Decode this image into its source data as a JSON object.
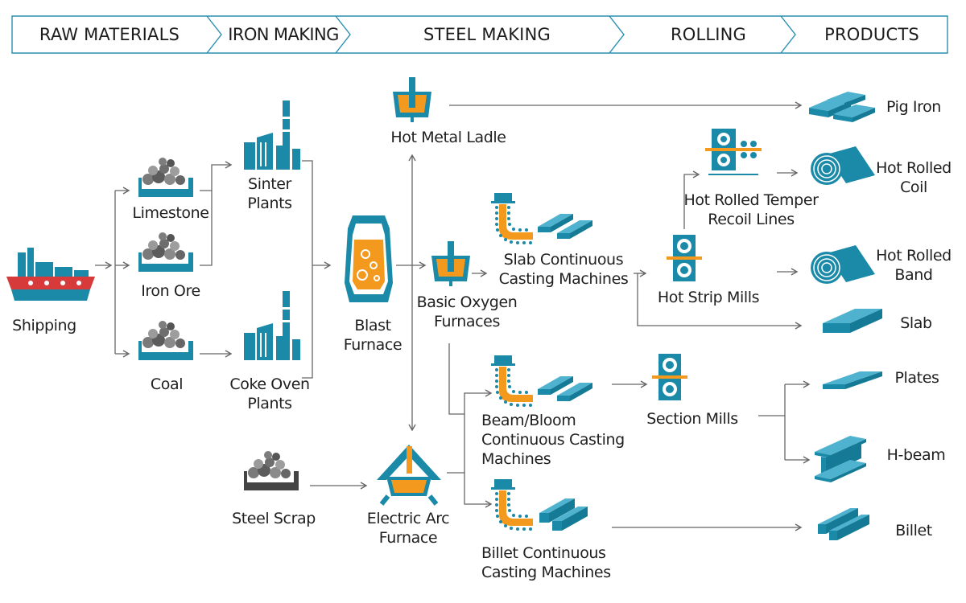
{
  "header": {
    "stages": [
      "RAW MATERIALS",
      "IRON MAKING",
      "STEEL MAKING",
      "ROLLING",
      "PRODUCTS"
    ]
  },
  "nodes": {
    "shipping": "Shipping",
    "limestone": "Limestone",
    "iron_ore": "Iron Ore",
    "coal": "Coal",
    "sinter_plants": [
      "Sinter",
      "Plants"
    ],
    "coke_oven_plants": [
      "Coke Oven",
      "Plants"
    ],
    "blast_furnace": [
      "Blast",
      "Furnace"
    ],
    "hot_metal_ladle": "Hot Metal Ladle",
    "basic_oxygen_furnaces": [
      "Basic Oxygen",
      "Furnaces"
    ],
    "steel_scrap": "Steel Scrap",
    "electric_arc_furnace": [
      "Electric Arc",
      "Furnace"
    ],
    "slab_ccm": [
      "Slab Continuous",
      "Casting Machines"
    ],
    "beam_bloom_ccm": [
      "Beam/Bloom",
      "Continuous Casting",
      "Machines"
    ],
    "billet_ccm": [
      "Billet Continuous",
      "Casting Machines"
    ],
    "hot_rolled_temper": [
      "Hot Rolled Temper",
      "Recoil Lines"
    ],
    "hot_strip_mills": "Hot Strip Mills",
    "section_mills": "Section Mills"
  },
  "products": {
    "pig_iron": "Pig Iron",
    "hot_rolled_coil": [
      "Hot Rolled",
      "Coil"
    ],
    "hot_rolled_band": [
      "Hot Rolled",
      "Band"
    ],
    "slab": "Slab",
    "plates": "Plates",
    "h_beam": "H-beam",
    "billet": "Billet"
  },
  "colors": {
    "teal": "#1b8aa8",
    "orange": "#f39a1e",
    "dark_rock": "#555555",
    "ship_red": "#d63a3a",
    "header_border": "#2a8fb0",
    "arrow": "#666666"
  }
}
